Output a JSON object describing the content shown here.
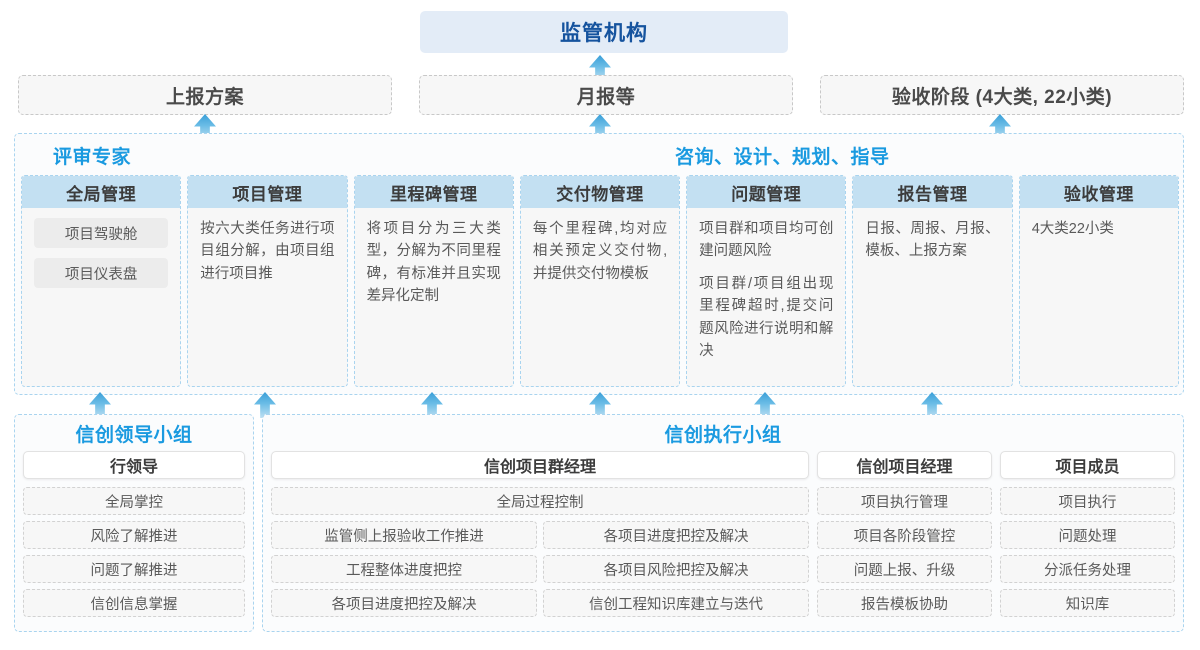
{
  "top": {
    "regulator": "监管机构",
    "reports": [
      "上报方案",
      "月报等",
      "验收阶段 (4大类, 22小类)"
    ]
  },
  "middle": {
    "title_left": "评审专家",
    "title_right": "咨询、设计、规划、指导",
    "cards": [
      {
        "head": "全局管理",
        "paragraphs": [],
        "pills": [
          "项目驾驶舱",
          "项目仪表盘"
        ]
      },
      {
        "head": "项目管理",
        "paragraphs": [
          "按六大类任务进行项目组分解，由项目组进行项目推"
        ],
        "pills": []
      },
      {
        "head": "里程碑管理",
        "paragraphs": [
          "将项目分为三大类型，分解为不同里程碑，有标准并且实现差异化定制"
        ],
        "pills": []
      },
      {
        "head": "交付物管理",
        "paragraphs": [
          "每个里程碑,均对应相关预定义交付物,并提供交付物模板"
        ],
        "pills": []
      },
      {
        "head": "问题管理",
        "paragraphs": [
          "项目群和项目均可创建问题风险",
          "项目群/项目组出现里程碑超时,提交问题风险进行说明和解决"
        ],
        "pills": []
      },
      {
        "head": "报告管理",
        "paragraphs": [
          "日报、周报、月报、模板、上报方案"
        ],
        "pills": []
      },
      {
        "head": "验收管理",
        "paragraphs": [
          "4大类22小类"
        ],
        "pills": []
      }
    ]
  },
  "bottom": {
    "leader_group": {
      "title": "信创领导小组",
      "role": "行领导",
      "tasks": [
        "全局掌控",
        "风险了解推进",
        "问题了解推进",
        "信创信息掌握"
      ]
    },
    "exec_group": {
      "title": "信创执行小组",
      "program_manager": {
        "role": "信创项目群经理",
        "wide_task": "全局过程控制",
        "tasks": [
          "监管侧上报验收工作推进",
          "各项目进度把控及解决",
          "工程整体进度把控",
          "各项目风险把控及解决",
          "各项目进度把控及解决",
          "信创工程知识库建立与迭代"
        ]
      },
      "project_manager": {
        "role": "信创项目经理",
        "tasks": [
          "项目执行管理",
          "项目各阶段管控",
          "问题上报、升级",
          "报告模板协助"
        ]
      },
      "member": {
        "role": "项目成员",
        "tasks": [
          "项目执行",
          "问题处理",
          "分派任务处理",
          "知识库"
        ]
      }
    }
  },
  "arrows": {
    "icon_name": "arrow-up-icon",
    "color": "#4aa8de",
    "to_regulator_x": [
      600
    ],
    "to_reports_x": [
      205,
      600,
      1000
    ],
    "to_middle_x": [
      100,
      265,
      432,
      600,
      765,
      932
    ]
  }
}
